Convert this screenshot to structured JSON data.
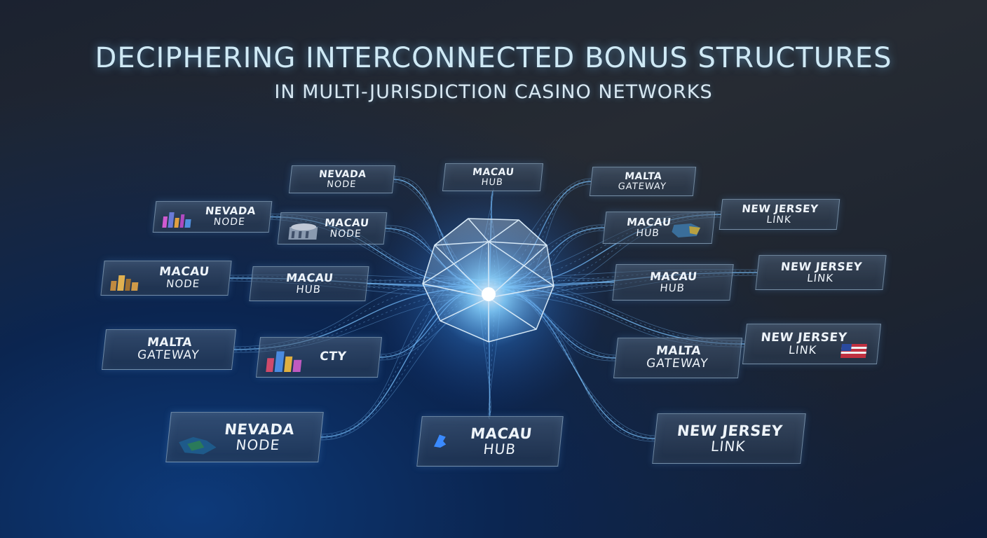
{
  "title": "DECIPHERING INTERCONNECTED BONUS STRUCTURES",
  "subtitle": "IN MULTI-JURISDICTION CASINO NETWORKS",
  "colors": {
    "glow": "#4aa8ff",
    "line": "#7cc4ff",
    "text": "#eef4fa"
  },
  "nodes": [
    {
      "l1": "NEVADA",
      "l2": "NODE",
      "icon": "none"
    },
    {
      "l1": "MACAU",
      "l2": "HUB",
      "icon": "none"
    },
    {
      "l1": "MALTA",
      "l2": "GATEWAY",
      "icon": "none"
    },
    {
      "l1": "NEVADA",
      "l2": "NODE",
      "icon": "skyline-thumbnail"
    },
    {
      "l1": "MACAU",
      "l2": "NODE",
      "icon": "casino-thumbnail"
    },
    {
      "l1": "MACAU",
      "l2": "HUB",
      "icon": "map-thumbnail"
    },
    {
      "l1": "NEW JERSEY",
      "l2": "LINK",
      "icon": "none"
    },
    {
      "l1": "MACAU",
      "l2": "NODE",
      "icon": "skyline-thumbnail"
    },
    {
      "l1": "MACAU",
      "l2": "HUB",
      "icon": "none"
    },
    {
      "l1": "MACAU",
      "l2": "HUB",
      "icon": "none"
    },
    {
      "l1": "NEW JERSEY",
      "l2": "LINK",
      "icon": "none"
    },
    {
      "l1": "MALTA",
      "l2": "GATEWAY",
      "icon": "none"
    },
    {
      "l1": "CTY",
      "l2": "",
      "icon": "skyline-thumbnail"
    },
    {
      "l1": "MALTA",
      "l2": "GATEWAY",
      "icon": "none"
    },
    {
      "l1": "NEW JERSEY",
      "l2": "LINK",
      "icon": "flag-thumbnail"
    },
    {
      "l1": "NEVADA",
      "l2": "NODE",
      "icon": "map-thumbnail"
    },
    {
      "l1": "MACAU",
      "l2": "HUB",
      "icon": "map-thumbnail"
    },
    {
      "l1": "NEW JERSEY",
      "l2": "LINK",
      "icon": "none"
    }
  ]
}
